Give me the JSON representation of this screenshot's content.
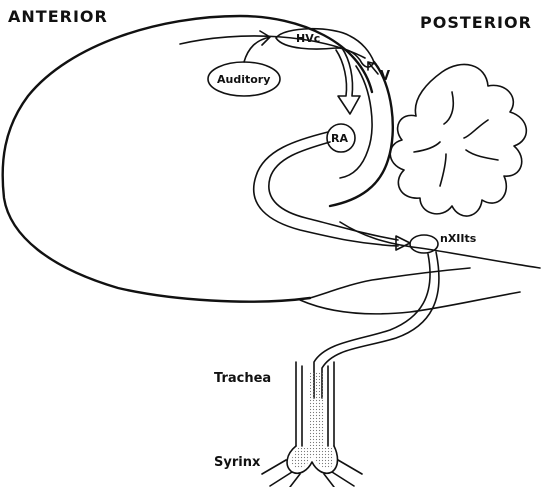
{
  "labels": {
    "anterior": "ANTERIOR",
    "posterior": "POSTERIOR",
    "auditory": "Auditory",
    "hvc": "HVc",
    "v": "V",
    "ra": "RA",
    "nxiits": "nXIIts",
    "trachea": "Trachea",
    "syrinx": "Syrinx"
  },
  "colors": {
    "ink": "#111111",
    "background": "#ffffff",
    "stipple": "#bbbbbb"
  }
}
